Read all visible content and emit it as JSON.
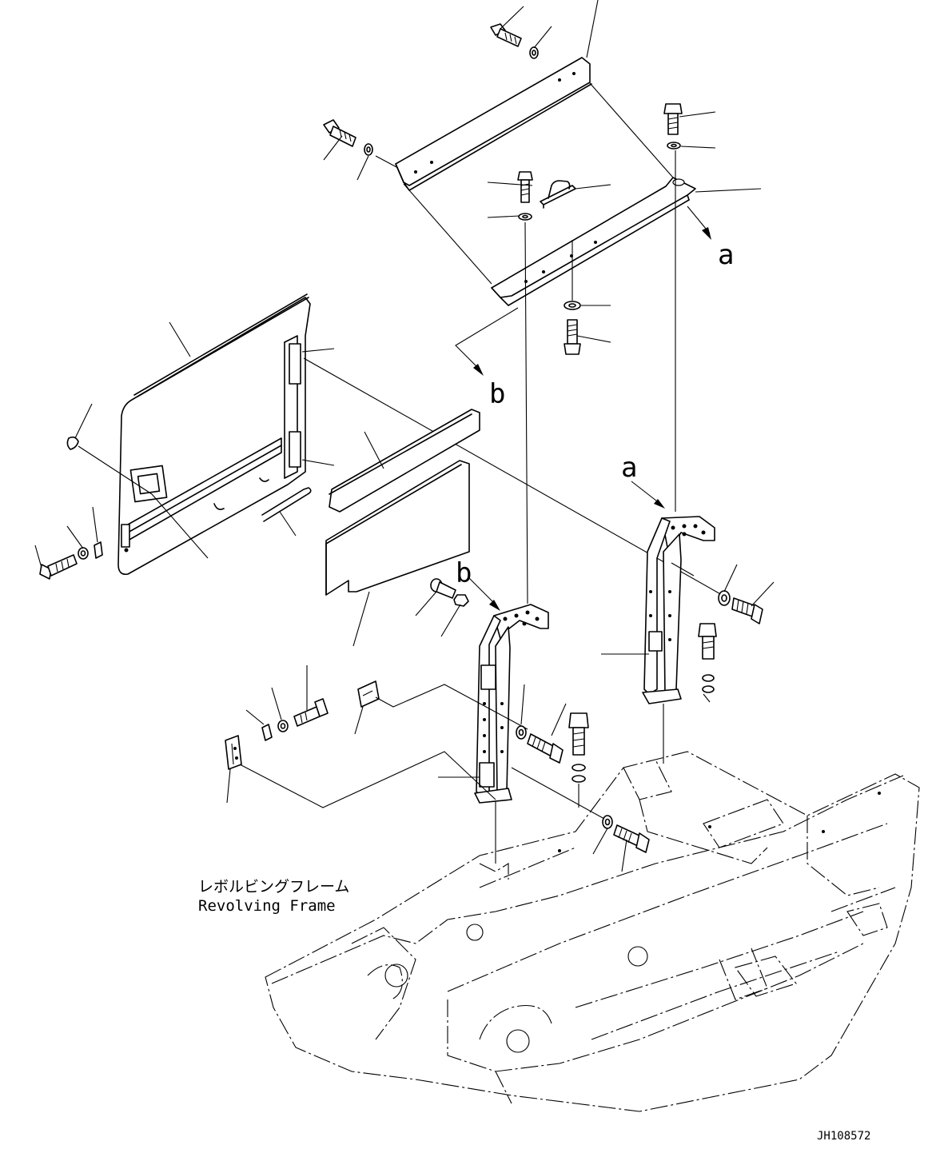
{
  "diagram": {
    "frame_label_jp": "レボルビングフレーム",
    "frame_label_en": "Revolving Frame",
    "drawing_number": "JH108572",
    "view_markers": {
      "a_arrow_label": "a",
      "a_target_label": "a",
      "b_arrow_label": "b",
      "b_target_label": "b"
    }
  }
}
